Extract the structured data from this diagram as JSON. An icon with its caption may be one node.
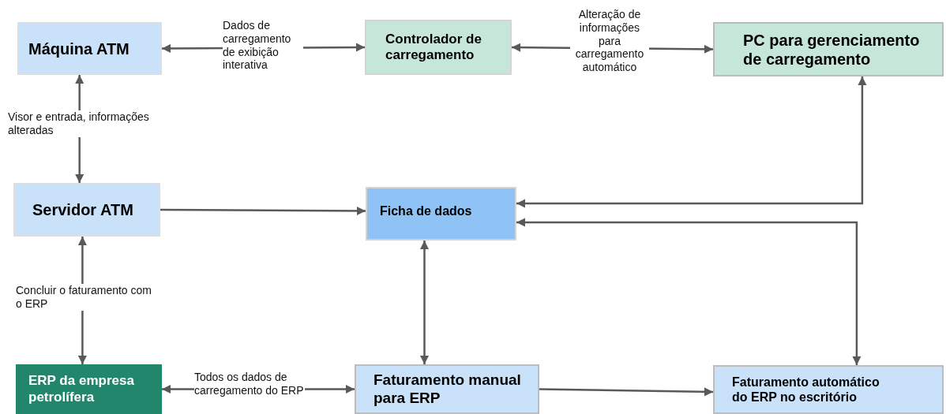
{
  "diagram": {
    "nodes": [
      {
        "text": [
          "Máquina ATM"
        ]
      },
      {
        "text": [
          "Controlador de carregamento"
        ]
      },
      {
        "text": [
          "PC para gerenciamento de carregamento"
        ]
      },
      {
        "text": [
          "Servidor ATM"
        ]
      },
      {
        "text": [
          "Ficha de dados"
        ]
      },
      {
        "text": [
          "ERP da empresa petrolífera"
        ]
      },
      {
        "text": [
          "Faturamento manual para ERP"
        ]
      },
      {
        "text": [
          "Faturamento automático do ERP no escritório"
        ]
      }
    ],
    "edges": [
      {
        "from": 0,
        "to": 1,
        "arrow": "both",
        "label": "Dados de carregamento de exibição interativa"
      },
      {
        "from": 1,
        "to": 2,
        "arrow": "both",
        "label": "Alteração de informações para carregamento automático"
      },
      {
        "from": 0,
        "to": 3,
        "arrow": "both",
        "label": "Visor e entrada, informações alteradas"
      },
      {
        "from": 3,
        "to": 4,
        "arrow": "to"
      },
      {
        "from": 2,
        "to": 4,
        "arrow": "both"
      },
      {
        "from": 7,
        "to": 4,
        "arrow": "both"
      },
      {
        "from": 4,
        "to": 6,
        "arrow": "both"
      },
      {
        "from": 3,
        "to": 5,
        "arrow": "both",
        "label": "Concluir o faturamento com o ERP"
      },
      {
        "from": 5,
        "to": 6,
        "arrow": "both",
        "label": "Todos os dados de carregamento do ERP"
      },
      {
        "from": 6,
        "to": 7,
        "arrow": "to"
      }
    ]
  }
}
